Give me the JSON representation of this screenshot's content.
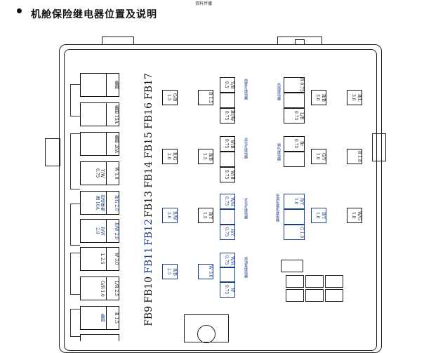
{
  "doc": {
    "small_top": "资料传播",
    "heading": "机舱保险继电器位置及说明"
  },
  "left_fuses": [
    {
      "id": "FB17",
      "label_a": "备用",
      "label_b": "",
      "blue": false
    },
    {
      "id": "FB16",
      "label_a": "备用 15A",
      "label_b": "",
      "blue": false
    },
    {
      "id": "FB15",
      "label_a": "备用 20A",
      "label_b": "",
      "blue": false
    },
    {
      "id": "FB14",
      "label_a": "Y/W 0.75",
      "label_b": "W 1.0",
      "blue": false
    },
    {
      "id": "FB13",
      "label_a": "启动继电器 10A",
      "label_b": "R/G 2.0",
      "blue": false
    },
    {
      "id": "FB12",
      "label_a": "R/W 2.0",
      "label_b": "R/W 2.0",
      "blue": true
    },
    {
      "id": "FB11",
      "label_a": "L 2.5",
      "label_b": "W 3.0",
      "blue": true
    },
    {
      "id": "FB10",
      "label_a": "G/R 1.0",
      "label_b": "L/R 2.5",
      "blue": false
    },
    {
      "id": "FB9",
      "label_a": "备用",
      "label_b": "R 1.5",
      "blue": false
    }
  ],
  "slots": {
    "s1": "G/B 1.5",
    "s2": "R 1.5",
    "s3": "Y/B 0.5",
    "s4": "Br/W 0.75",
    "s5": "R 0.75",
    "s6": "R/B 3.0",
    "s7": "L/B 0.75",
    "s8": "R/L 3.0",
    "s9": "R/G 2.0",
    "s10": "R/B 1.5",
    "s11": "W/B 0.75",
    "s12": "W/B 0.75",
    "s13": "Br 0.75",
    "s14": "G/Y 1.0",
    "s15": "R 1.0",
    "s16": "R/W 2.0",
    "s17": "R/Y 1.5",
    "s18": "W/R 0.75",
    "s19": "R/Y 0.75",
    "s20": "R/Y 1.0",
    "s21": "B/Y 1.0",
    "s22": "G 1.0",
    "s23": "W/G 1.0",
    "s24": "R/B 2.5",
    "s25": "W 3.0",
    "s26": "W/R 0.75",
    "s27": "W 0.75"
  },
  "captions": {
    "c1": "前雾灯继电器",
    "c2": "风扇继电器",
    "c3": "远光灯继电器",
    "c4": "喇叭继电器",
    "c5": "近光灯继电器",
    "c6": "空调压缩机继电器",
    "c7": "燃油泵继电器"
  }
}
